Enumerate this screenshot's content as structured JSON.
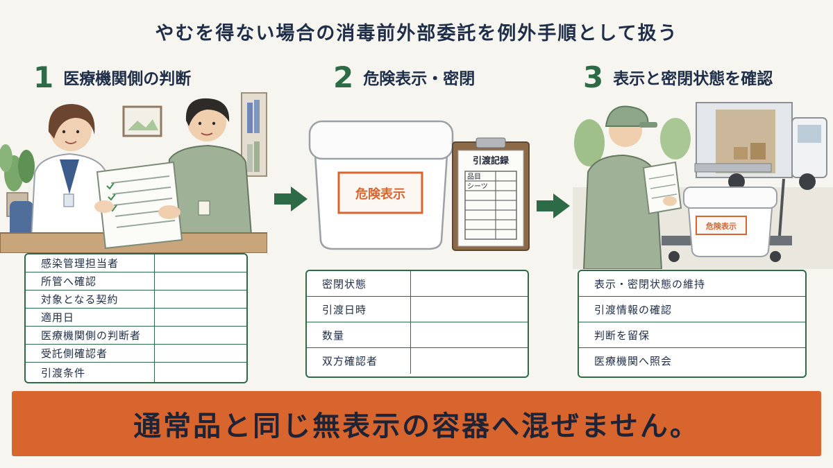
{
  "title": "やむを得ない場合の消毒前外部委託を例外手順として扱う",
  "colors": {
    "accent_green": "#2d6b46",
    "banner_orange": "#d9652e",
    "title_navy": "#1e2d48",
    "hazard_red": "#d9652e"
  },
  "steps": [
    {
      "number": "1",
      "title": "医療機関側の判断",
      "rows": [
        "感染管理担当者",
        "所管へ確認",
        "対象となる契約",
        "適用日",
        "医療機関側の判断者",
        "受託側確認者",
        "引渡条件"
      ]
    },
    {
      "number": "2",
      "title": "危険表示・密閉",
      "container_label": "危険表示",
      "clipboard": {
        "title": "引渡記録",
        "rows": [
          "品目",
          "シーツ"
        ]
      },
      "rows": [
        "密閉状態",
        "引渡日時",
        "数量",
        "双方確認者"
      ]
    },
    {
      "number": "3",
      "title": "表示と密閉状態を確認",
      "container_label": "危険表示",
      "rows": [
        "表示・密閉状態の維持",
        "引渡情報の確認",
        "判断を留保",
        "医療機関へ照会"
      ]
    }
  ],
  "arrow_icon": "right-arrow-icon",
  "banner": "通常品と同じ無表示の容器へ混ぜません。"
}
